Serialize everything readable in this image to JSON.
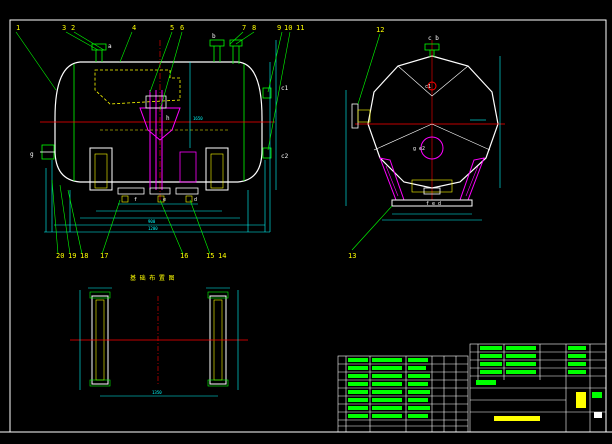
{
  "callouts_front": [
    "1",
    "3",
    "2",
    "4",
    "5",
    "6",
    "7",
    "8",
    "9",
    "10",
    "11",
    "12"
  ],
  "callouts_bottom": [
    "20",
    "19",
    "18",
    "17",
    "16",
    "15",
    "14",
    "13"
  ],
  "nozzle_labels": {
    "a": "a",
    "b": "b",
    "c1": "c1",
    "c2": "c2",
    "g": "g",
    "h": "h",
    "f": "f",
    "e": "e",
    "d": "d",
    "cb": "c b",
    "fed": "f e d",
    "ge2": "g e2"
  },
  "plan_title": "基 础 布 置 图",
  "colors": {
    "background": "#000000",
    "frame": "#ffffff",
    "outline": "#00ff00",
    "dimension": "#00ffff",
    "detail": "#ffff00",
    "centerline": "#ff0000",
    "accent": "#ff00ff",
    "text": "#ffffff"
  }
}
